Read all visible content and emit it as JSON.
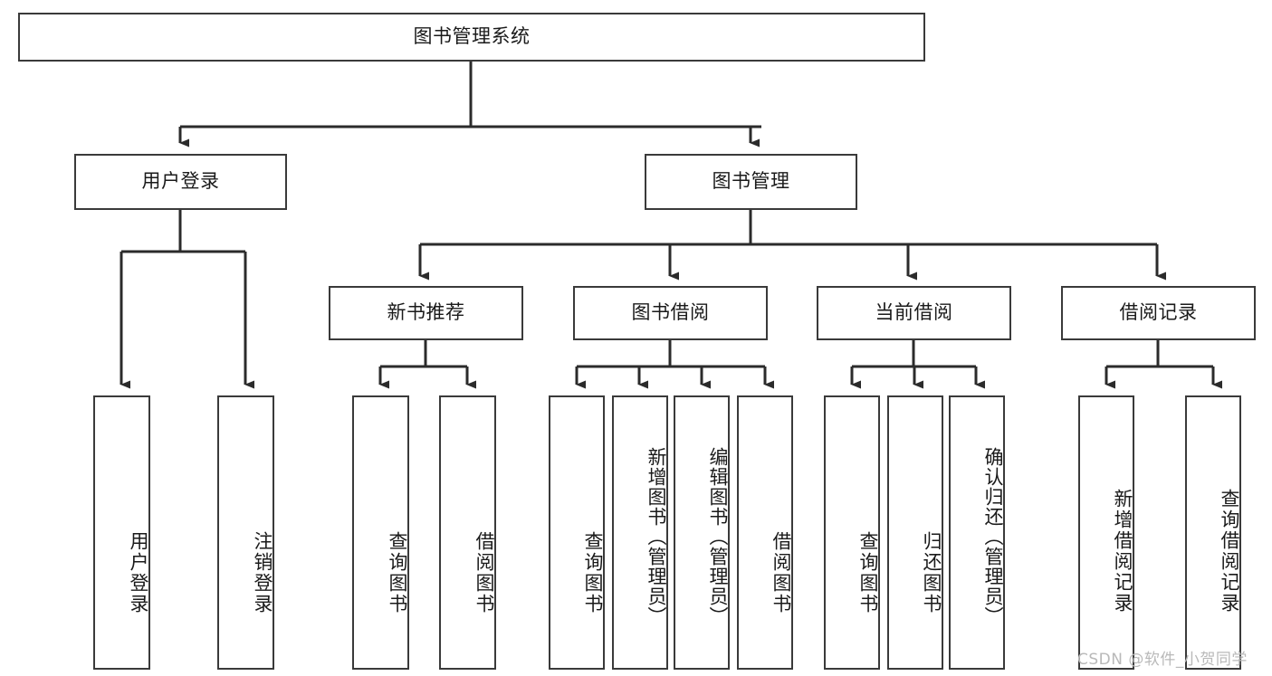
{
  "diagram": {
    "title": "图书管理系统",
    "type": "hierarchy-tree",
    "watermark": "CSDN @软件_小贺同学",
    "colors": {
      "box_border": "#3a3a3a",
      "box_fill": "#ffffff",
      "edge": "#2b2b2b",
      "text": "#1a1a1a",
      "watermark": "#b9b9b9"
    },
    "levels": [
      {
        "level": 1,
        "nodes": [
          {
            "id": "root",
            "label": "图书管理系统",
            "orientation": "horizontal"
          }
        ]
      },
      {
        "level": 2,
        "nodes": [
          {
            "id": "user-login",
            "label": "用户登录",
            "orientation": "horizontal"
          },
          {
            "id": "book-manage",
            "label": "图书管理",
            "orientation": "horizontal"
          }
        ]
      },
      {
        "level": 3,
        "nodes": [
          {
            "id": "new-book-rec",
            "label": "新书推荐",
            "orientation": "horizontal"
          },
          {
            "id": "book-borrow",
            "label": "图书借阅",
            "orientation": "horizontal"
          },
          {
            "id": "current-borrow",
            "label": "当前借阅",
            "orientation": "horizontal"
          },
          {
            "id": "borrow-record",
            "label": "借阅记录",
            "orientation": "horizontal"
          }
        ]
      },
      {
        "level": 4,
        "nodes": [
          {
            "id": "leaf-user-login",
            "label": "用户登录",
            "orientation": "vertical",
            "parent": "user-login"
          },
          {
            "id": "leaf-logout",
            "label": "注销登录",
            "orientation": "vertical",
            "parent": "user-login"
          },
          {
            "id": "leaf-query-book-1",
            "label": "查询图书",
            "orientation": "vertical",
            "parent": "new-book-rec"
          },
          {
            "id": "leaf-borrow-book-1",
            "label": "借阅图书",
            "orientation": "vertical",
            "parent": "new-book-rec"
          },
          {
            "id": "leaf-query-book-2",
            "label": "查询图书",
            "orientation": "vertical",
            "parent": "book-borrow"
          },
          {
            "id": "leaf-add-book",
            "label": "新增图书（管理员）",
            "orientation": "vertical",
            "parent": "book-borrow"
          },
          {
            "id": "leaf-edit-book",
            "label": "编辑图书（管理员）",
            "orientation": "vertical",
            "parent": "book-borrow"
          },
          {
            "id": "leaf-borrow-book-2",
            "label": "借阅图书",
            "orientation": "vertical",
            "parent": "book-borrow"
          },
          {
            "id": "leaf-query-book-3",
            "label": "查询图书",
            "orientation": "vertical",
            "parent": "current-borrow"
          },
          {
            "id": "leaf-return-book",
            "label": "归还图书",
            "orientation": "vertical",
            "parent": "current-borrow"
          },
          {
            "id": "leaf-confirm-return",
            "label": "确认归还（管理员）",
            "orientation": "vertical",
            "parent": "current-borrow"
          },
          {
            "id": "leaf-add-record",
            "label": "新增借阅记录",
            "orientation": "vertical",
            "parent": "borrow-record"
          },
          {
            "id": "leaf-query-record",
            "label": "查询借阅记录",
            "orientation": "vertical",
            "parent": "borrow-record"
          }
        ]
      }
    ]
  }
}
